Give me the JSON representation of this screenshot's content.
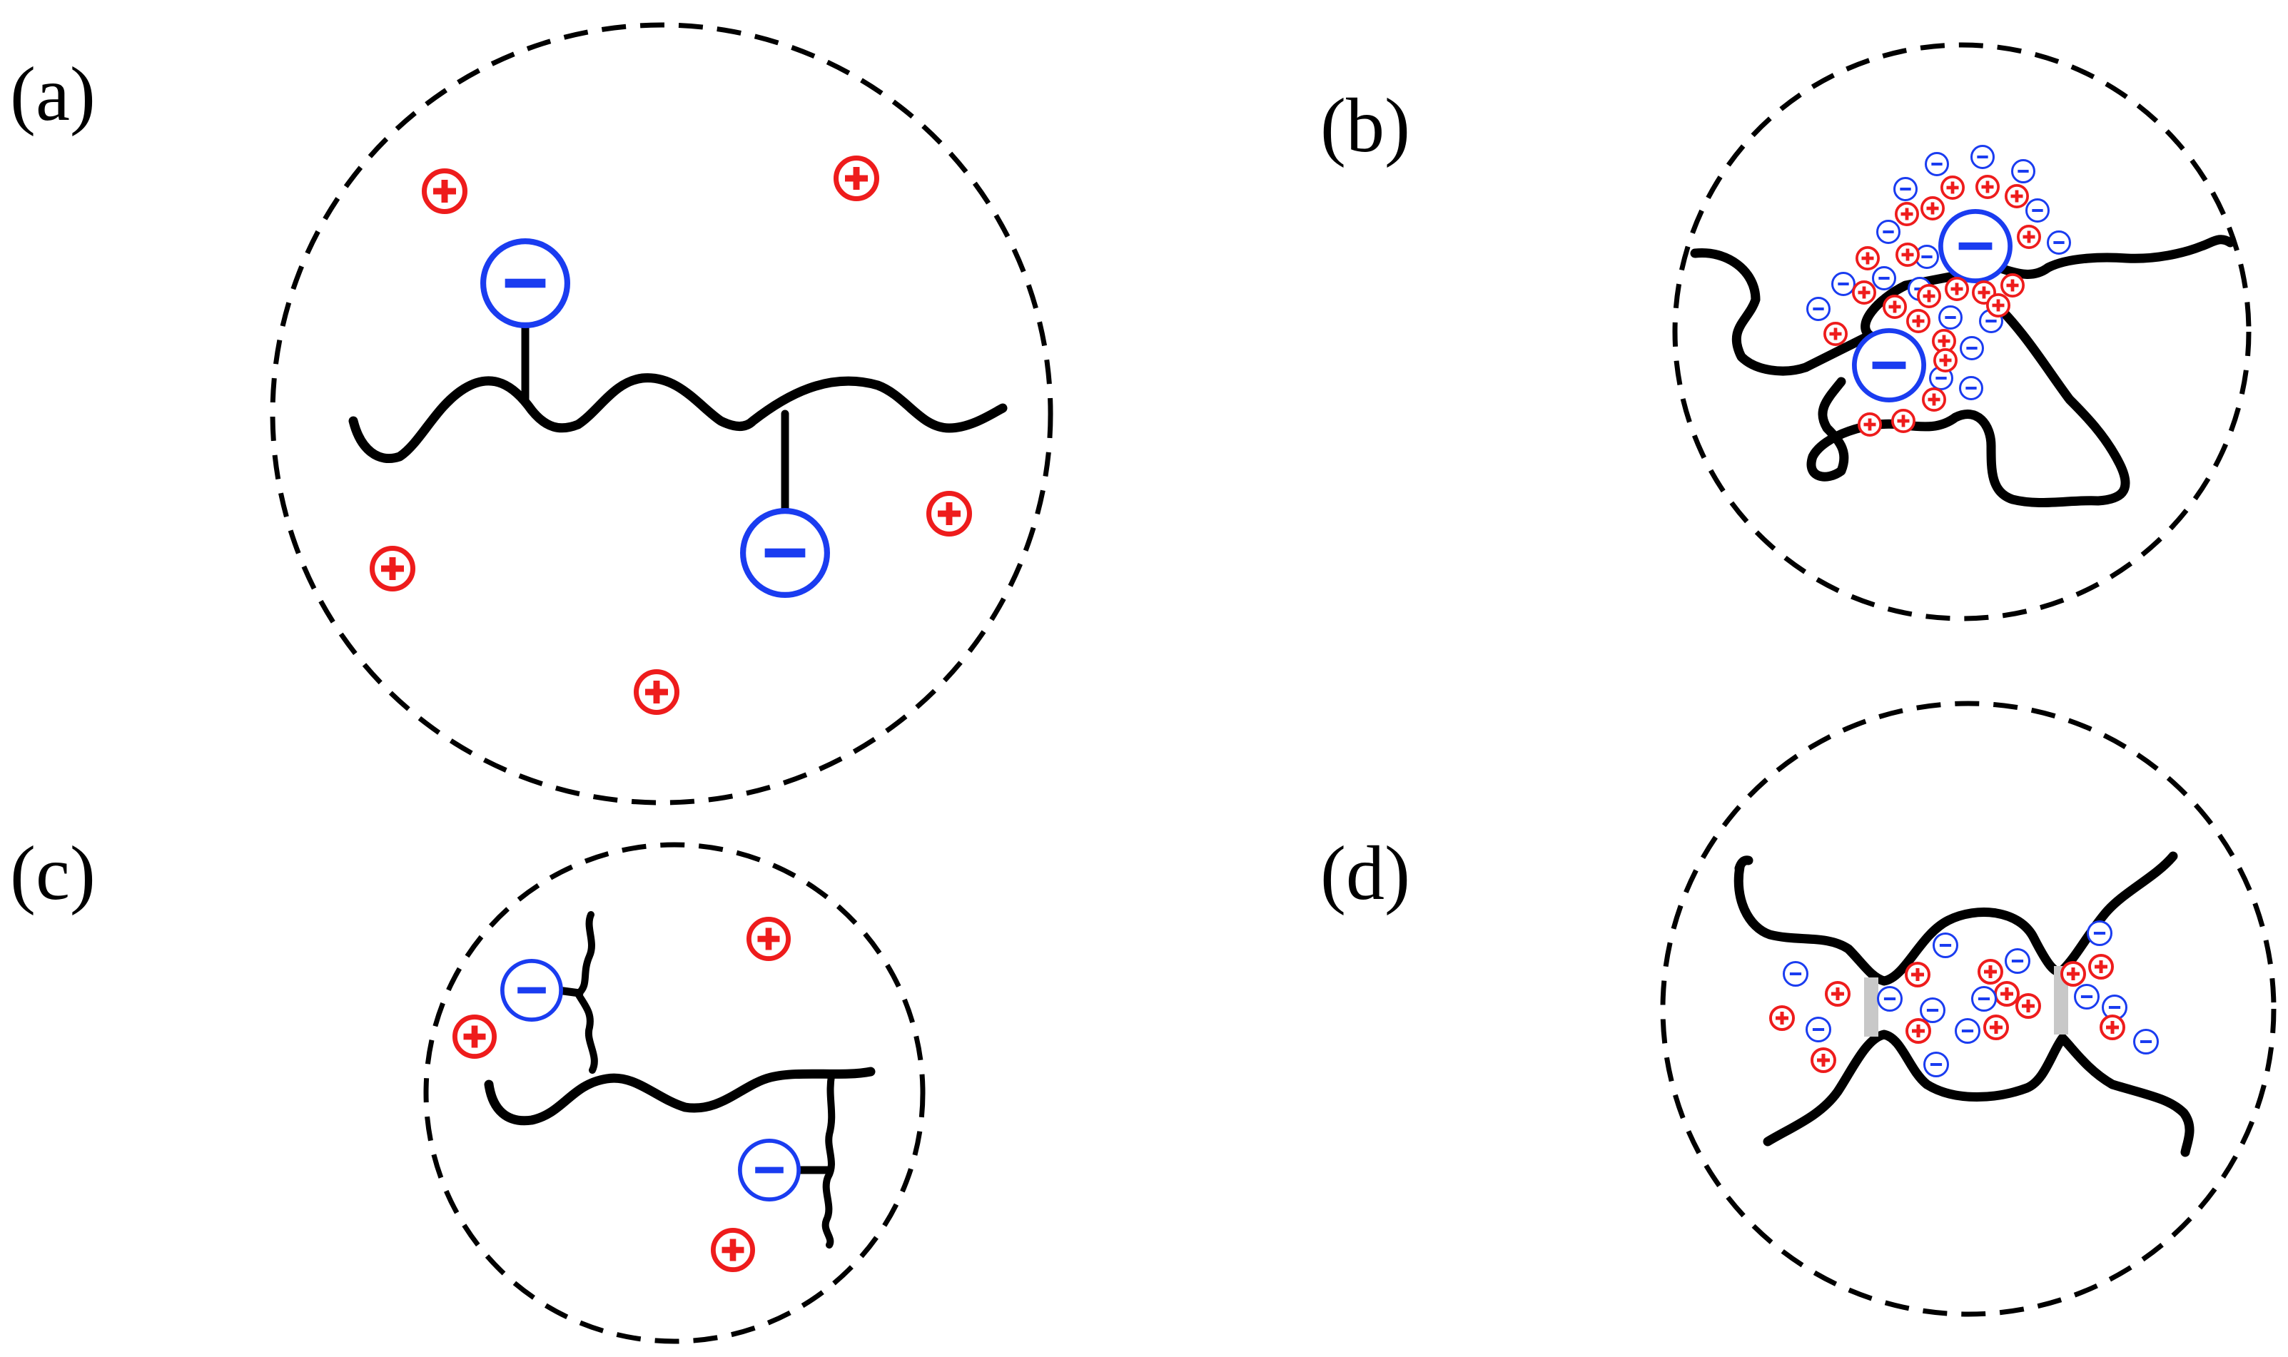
{
  "figure": {
    "panels": [
      {
        "id": "a",
        "label": "(a)"
      },
      {
        "id": "b",
        "label": "(b)"
      },
      {
        "id": "c",
        "label": "(c)"
      },
      {
        "id": "d",
        "label": "(d)"
      }
    ]
  },
  "colors": {
    "counterion": "#ee1c1c",
    "charge": "#1a3cf0",
    "chain": "#000000",
    "boundary": "#000000",
    "crosslink": "#c8c8c8"
  },
  "icons": {
    "counterion": "plus-circle-icon",
    "charge": "minus-circle-icon"
  }
}
